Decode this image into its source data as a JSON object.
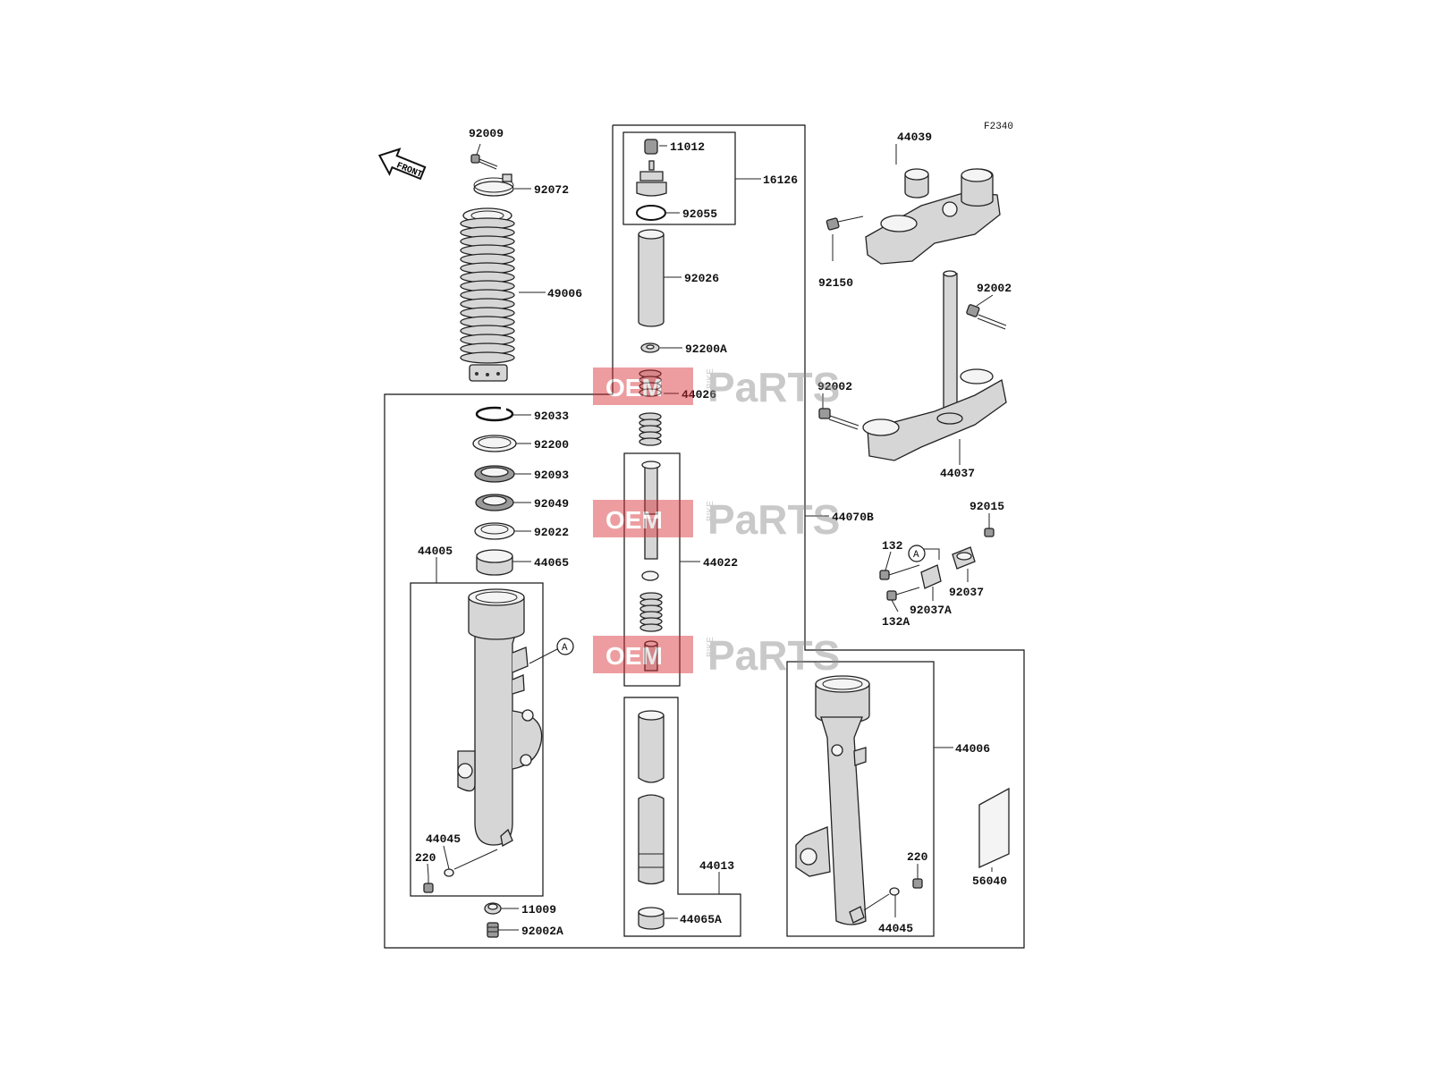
{
  "diagram_code": "F2340",
  "front_label": "FRONT",
  "ref_marker": "A",
  "watermark": {
    "oem": "OEM",
    "bike": "BIKE",
    "parts": "PaRTS",
    "color": "#d9272e"
  },
  "labels": {
    "p92009": "92009",
    "p92072": "92072",
    "p49006": "49006",
    "p11012": "11012",
    "p92055": "92055",
    "p16126": "16126",
    "p92026": "92026",
    "p92200A": "92200A",
    "p44026": "44026",
    "p92033": "92033",
    "p92200": "92200",
    "p92093": "92093",
    "p92049": "92049",
    "p92022": "92022",
    "p44065": "44065",
    "p44005": "44005",
    "p44022": "44022",
    "p44070B": "44070B",
    "p44039": "44039",
    "p92150": "92150",
    "p92002a": "92002",
    "p92002b": "92002",
    "p44037": "44037",
    "p92015": "92015",
    "p132": "132",
    "p92037": "92037",
    "p132A": "132A",
    "p92037A": "92037A",
    "p44045a": "44045",
    "p220a": "220",
    "p11009": "11009",
    "p92002A": "92002A",
    "p44013": "44013",
    "p44065A": "44065A",
    "p44006": "44006",
    "p220b": "220",
    "p44045b": "44045",
    "p56040": "56040"
  }
}
